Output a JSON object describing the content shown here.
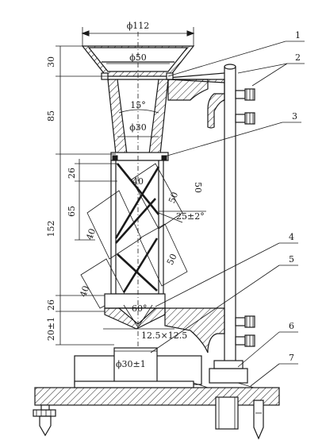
{
  "diagram": {
    "dimensions": {
      "top_width": "ϕ112",
      "mid_width": "ϕ50",
      "throat_width": "ϕ30",
      "cone_angle": "15°",
      "h_top": "30",
      "h_cone": "85",
      "h_tube": "152",
      "h_sub_a": "26",
      "h_sub_b": "65",
      "h_base": "26",
      "h_gap": "20±1",
      "plate_a": "40",
      "plate_b": "50",
      "plate_c": "50",
      "plate_d": "40",
      "plate_e": "40",
      "plate_f": "50",
      "plate_angle": "25±2°",
      "bottom_angle": "60°",
      "orifice": "12.5×12.5",
      "cup_dia": "ϕ30±1"
    },
    "callouts": [
      "1",
      "2",
      "3",
      "4",
      "5",
      "6",
      "7"
    ]
  }
}
